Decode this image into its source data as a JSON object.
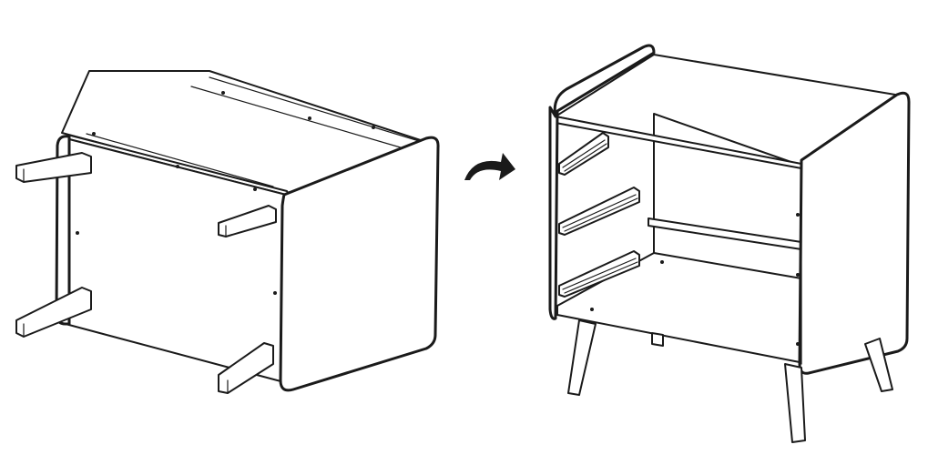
{
  "figure": {
    "background": "#ffffff",
    "line_color": "#1a1a1a",
    "steps": [
      {
        "state": "upside-down",
        "legs_attached": 4
      },
      {
        "state": "upright",
        "legs_attached": 4,
        "drawer_rails": 3
      }
    ],
    "transition_icon": "rotate-arrow-icon"
  }
}
